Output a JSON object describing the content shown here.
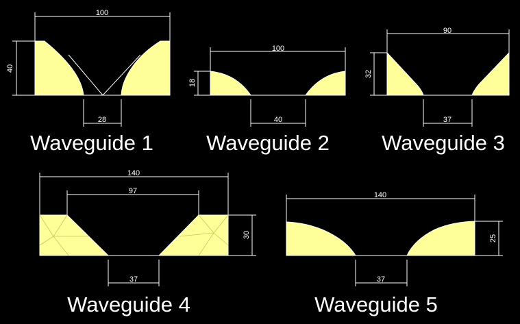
{
  "waveguides": [
    {
      "caption": "Waveguide 1",
      "top_dim": "100",
      "bottom_dim": "28",
      "side_dim": "40"
    },
    {
      "caption": "Waveguide 2",
      "top_dim": "100",
      "bottom_dim": "40",
      "side_dim": "18"
    },
    {
      "caption": "Waveguide 3",
      "top_dim": "90",
      "bottom_dim": "37",
      "side_dim": "32"
    },
    {
      "caption": "Waveguide 4",
      "top_dim": "140",
      "inner_dim": "97",
      "bottom_dim": "37",
      "side_dim": "30"
    },
    {
      "caption": "Waveguide 5",
      "top_dim": "140",
      "bottom_dim": "37",
      "side_dim": "25"
    }
  ],
  "colors": {
    "fill": "#ffff99",
    "lines": "#ffffff",
    "background": "#000000"
  }
}
